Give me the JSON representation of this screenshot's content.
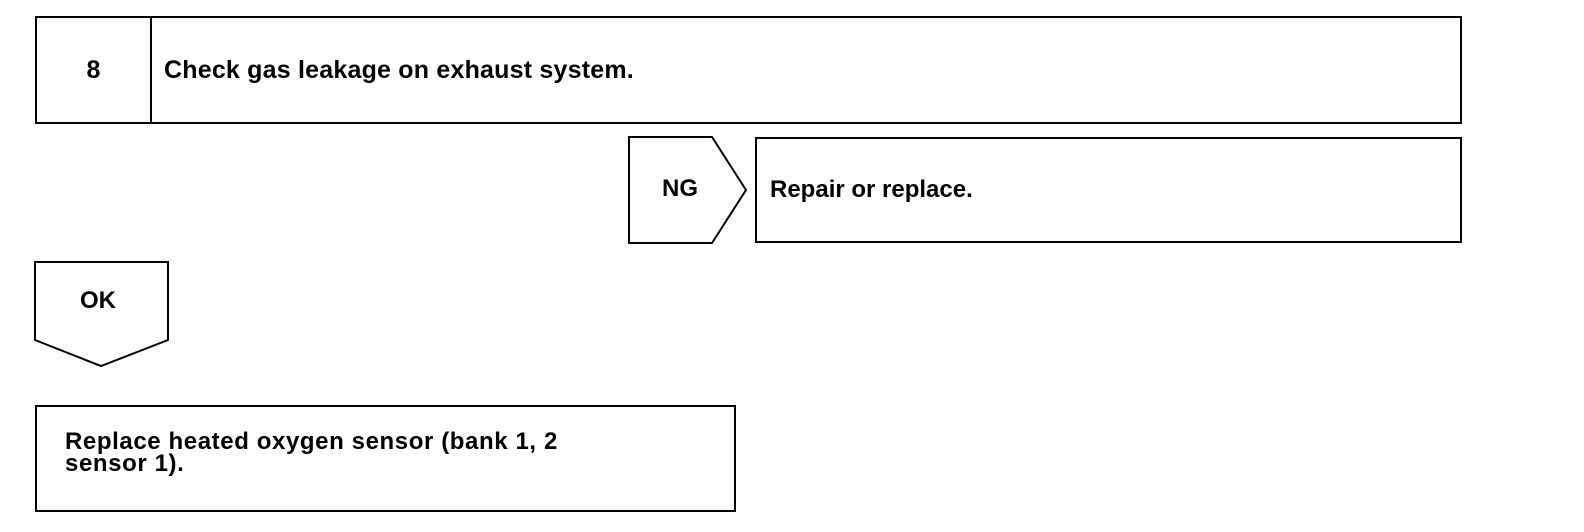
{
  "step": {
    "number": "8",
    "title": "Check gas leakage on exhaust system."
  },
  "ng_branch": {
    "label": "NG",
    "action": "Repair or replace."
  },
  "ok_branch": {
    "label": "OK"
  },
  "final_action": {
    "line1": "Replace heated oxygen sensor (bank 1, 2",
    "line2": "sensor 1)."
  }
}
